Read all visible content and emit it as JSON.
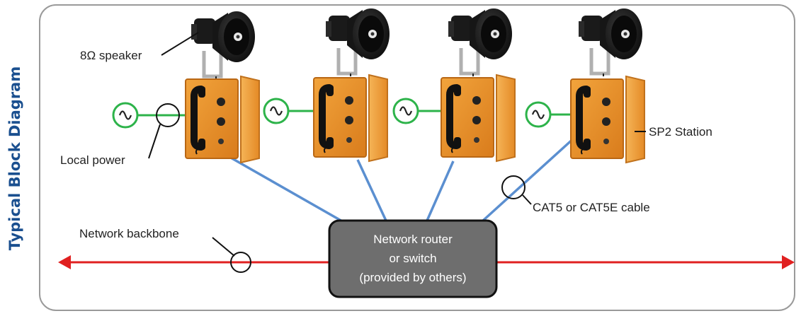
{
  "side_title": "Typical Block Diagram",
  "labels": {
    "speaker": "8Ω speaker",
    "local_power": "Local power",
    "station": "SP2 Station",
    "cable": "CAT5 or CAT5E cable",
    "backbone": "Network backbone"
  },
  "router": {
    "line1": "Network router",
    "line2": "or switch",
    "line3": "(provided by others)"
  },
  "colors": {
    "title": "#1a4f8f",
    "backbone": "#e02020",
    "cable": "#5b8fd0",
    "power": "#2db34a",
    "enclosure": "#e8902a",
    "router": "#6e6e6e"
  }
}
